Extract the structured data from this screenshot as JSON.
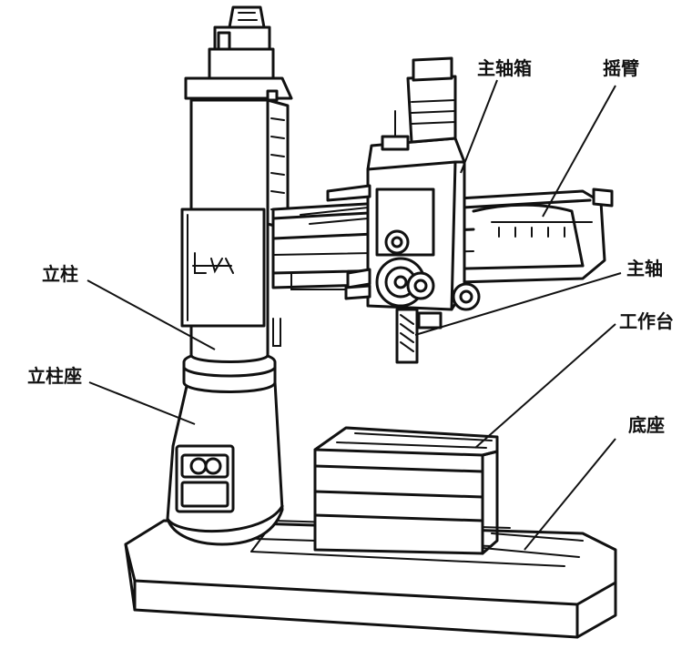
{
  "labels": {
    "spindle_box": "主轴箱",
    "rocker_arm": "摇臂",
    "column": "立柱",
    "spindle": "主轴",
    "column_base": "立柱座",
    "worktable": "工作台",
    "base": "底座"
  },
  "colors": {
    "line": "#111111",
    "background": "#ffffff"
  }
}
